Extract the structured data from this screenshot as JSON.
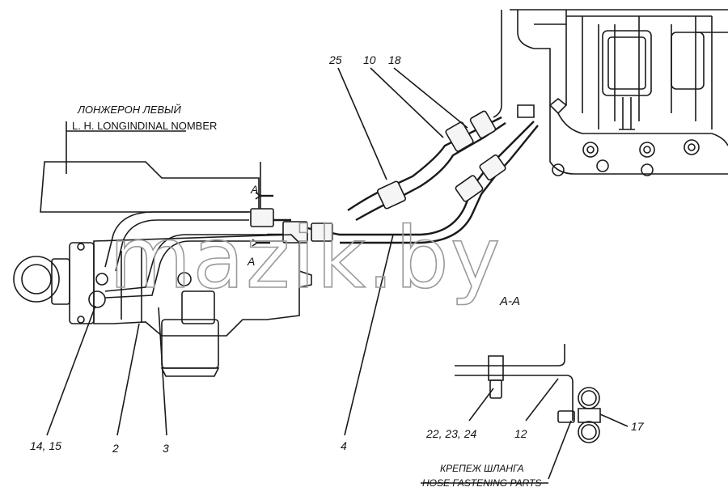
{
  "labels": {
    "l25": "25",
    "l10": "10",
    "l18": "18",
    "l14_15": "14, 15",
    "l2": "2",
    "l3": "3",
    "l4": "4",
    "l22_23_24": "22, 23, 24",
    "l12": "12",
    "l17": "17"
  },
  "text": {
    "spar_ru": "ЛОНЖЕРОН ЛЕВЫЙ",
    "spar_en": "L. H. LONGINDINAL NOMBER",
    "section_a_top": "A",
    "section_a_bottom": "A",
    "section_view": "A-A",
    "hose_ru": "КРЕПЕЖ ШЛАНГА",
    "hose_en": "HOSE FASTENING PARTS"
  },
  "watermark": "mazik.by"
}
